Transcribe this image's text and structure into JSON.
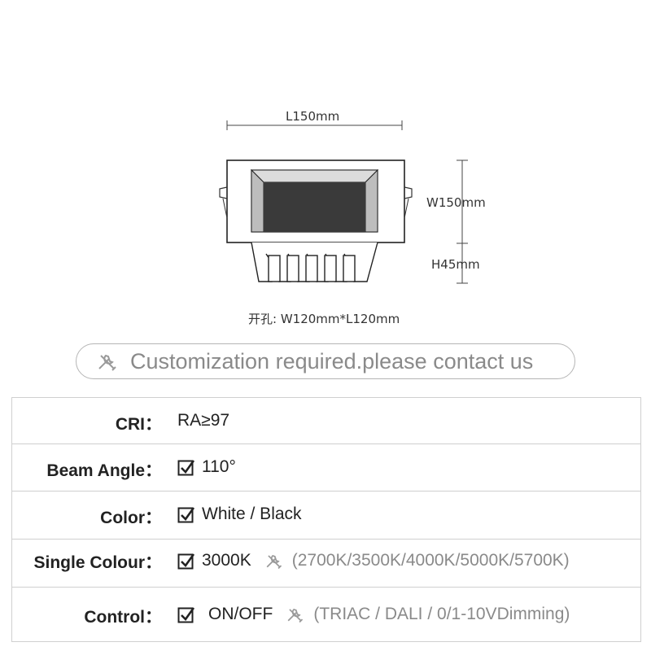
{
  "drawing": {
    "length_label": "L150mm",
    "width_label": "W150mm",
    "height_label": "H45mm",
    "cutout_label": "开孔: W120mm*L120mm"
  },
  "banner": {
    "icon": "wrench-pencil-icon",
    "text": "Customization required.please contact us"
  },
  "specs": {
    "cri": {
      "label": "CRI：",
      "value": "RA≥97"
    },
    "beam": {
      "label": "Beam Angle：",
      "value": "110°"
    },
    "color": {
      "label": "Color：",
      "value": "White / Black"
    },
    "single": {
      "label": "Single Colour：",
      "value": "3000K",
      "options": "(2700K/3500K/4000K/5000K/5700K)"
    },
    "control": {
      "label": "Control：",
      "value": "ON/OFF",
      "options": "(TRIAC / DALI / 0/1-10VDimming)"
    }
  }
}
